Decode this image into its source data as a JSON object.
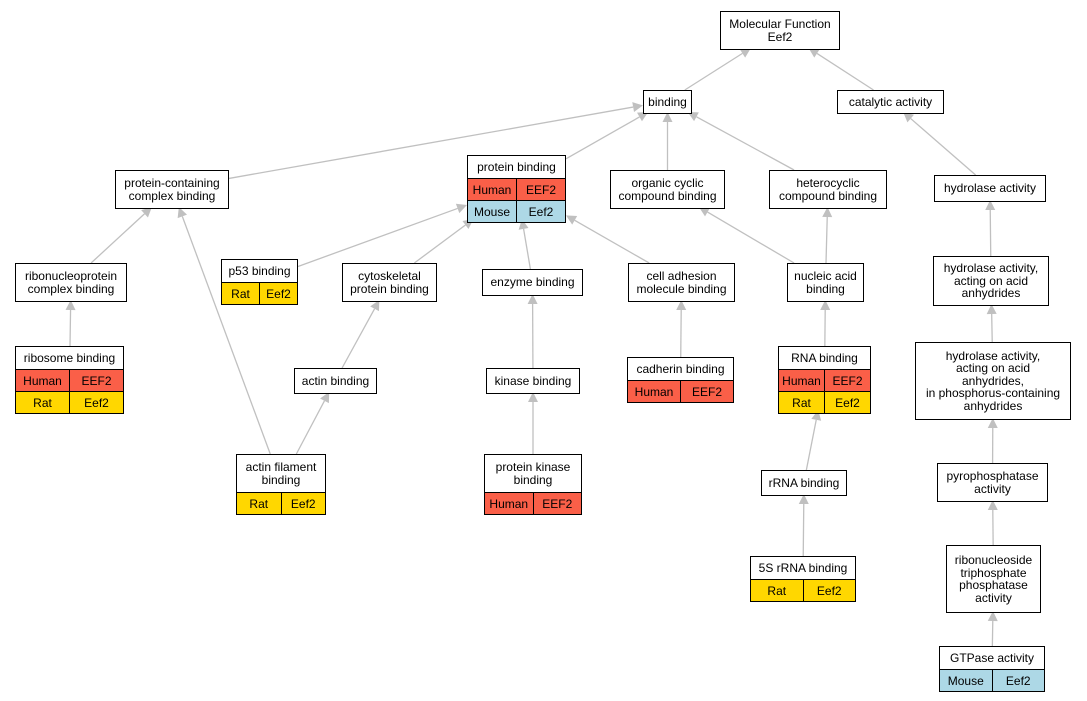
{
  "colors": {
    "edge": "#c0c0c0",
    "human": "#fa5f48",
    "rat": "#ffd700",
    "mouse": "#add8e6"
  },
  "nodes": {
    "mf": {
      "label": "Molecular Function\nEef2",
      "rows": []
    },
    "binding": {
      "label": "binding",
      "rows": []
    },
    "catalytic": {
      "label": "catalytic activity",
      "rows": []
    },
    "pcb": {
      "label": "protein-containing\ncomplex binding",
      "rows": []
    },
    "pb": {
      "label": "protein binding",
      "rows": [
        [
          "Human",
          "EEF2"
        ],
        [
          "Mouse",
          "Eef2"
        ]
      ]
    },
    "occb": {
      "label": "organic cyclic\ncompound binding",
      "rows": []
    },
    "hccb": {
      "label": "heterocyclic\ncompound binding",
      "rows": []
    },
    "hydro": {
      "label": "hydrolase activity",
      "rows": []
    },
    "rnpcb": {
      "label": "ribonucleoprotein\ncomplex binding",
      "rows": []
    },
    "p53": {
      "label": "p53 binding",
      "rows": [
        [
          "Rat",
          "Eef2"
        ]
      ]
    },
    "cytopb": {
      "label": "cytoskeletal\nprotein binding",
      "rows": []
    },
    "enzyme": {
      "label": "enzyme binding",
      "rows": []
    },
    "cellad": {
      "label": "cell adhesion\nmolecule binding",
      "rows": []
    },
    "nab": {
      "label": "nucleic acid\nbinding",
      "rows": []
    },
    "hydroacid": {
      "label": "hydrolase activity,\nacting on acid\nanhydrides",
      "rows": []
    },
    "ribosome": {
      "label": "ribosome binding",
      "rows": [
        [
          "Human",
          "EEF2"
        ],
        [
          "Rat",
          "Eef2"
        ]
      ]
    },
    "actin": {
      "label": "actin binding",
      "rows": []
    },
    "kinase": {
      "label": "kinase binding",
      "rows": []
    },
    "cadherin": {
      "label": "cadherin binding",
      "rows": [
        [
          "Human",
          "EEF2"
        ]
      ]
    },
    "rnab": {
      "label": "RNA binding",
      "rows": [
        [
          "Human",
          "EEF2"
        ],
        [
          "Rat",
          "Eef2"
        ]
      ]
    },
    "hydrophos": {
      "label": "hydrolase activity,\nacting on acid\nanhydrides,\nin phosphorus-containing\nanhydrides",
      "rows": []
    },
    "actinfil": {
      "label": "actin filament\nbinding",
      "rows": [
        [
          "Rat",
          "Eef2"
        ]
      ]
    },
    "pkb": {
      "label": "protein kinase\nbinding",
      "rows": [
        [
          "Human",
          "EEF2"
        ]
      ]
    },
    "rrna": {
      "label": "rRNA binding",
      "rows": []
    },
    "pyro": {
      "label": "pyrophosphatase\nactivity",
      "rows": []
    },
    "s5": {
      "label": "5S rRNA binding",
      "rows": [
        [
          "Rat",
          "Eef2"
        ]
      ]
    },
    "rntp": {
      "label": "ribonucleoside\ntriphosphate\nphosphatase\nactivity",
      "rows": []
    },
    "gtpase": {
      "label": "GTPase activity",
      "rows": [
        [
          "Mouse",
          "Eef2"
        ]
      ]
    }
  },
  "edges": [
    [
      "binding",
      "mf"
    ],
    [
      "catalytic",
      "mf"
    ],
    [
      "pcb",
      "binding"
    ],
    [
      "pb",
      "binding"
    ],
    [
      "occb",
      "binding"
    ],
    [
      "hccb",
      "binding"
    ],
    [
      "hydro",
      "catalytic"
    ],
    [
      "rnpcb",
      "pcb"
    ],
    [
      "ribosome",
      "rnpcb"
    ],
    [
      "actinfil",
      "pcb"
    ],
    [
      "p53",
      "pb"
    ],
    [
      "cytopb",
      "pb"
    ],
    [
      "enzyme",
      "pb"
    ],
    [
      "cellad",
      "pb"
    ],
    [
      "actin",
      "cytopb"
    ],
    [
      "actinfil",
      "actin"
    ],
    [
      "kinase",
      "enzyme"
    ],
    [
      "pkb",
      "kinase"
    ],
    [
      "cadherin",
      "cellad"
    ],
    [
      "nab",
      "occb"
    ],
    [
      "nab",
      "hccb"
    ],
    [
      "rnab",
      "nab"
    ],
    [
      "rrna",
      "rnab"
    ],
    [
      "s5",
      "rrna"
    ],
    [
      "hydroacid",
      "hydro"
    ],
    [
      "hydrophos",
      "hydroacid"
    ],
    [
      "pyro",
      "hydrophos"
    ],
    [
      "rntp",
      "pyro"
    ],
    [
      "gtpase",
      "rntp"
    ]
  ]
}
